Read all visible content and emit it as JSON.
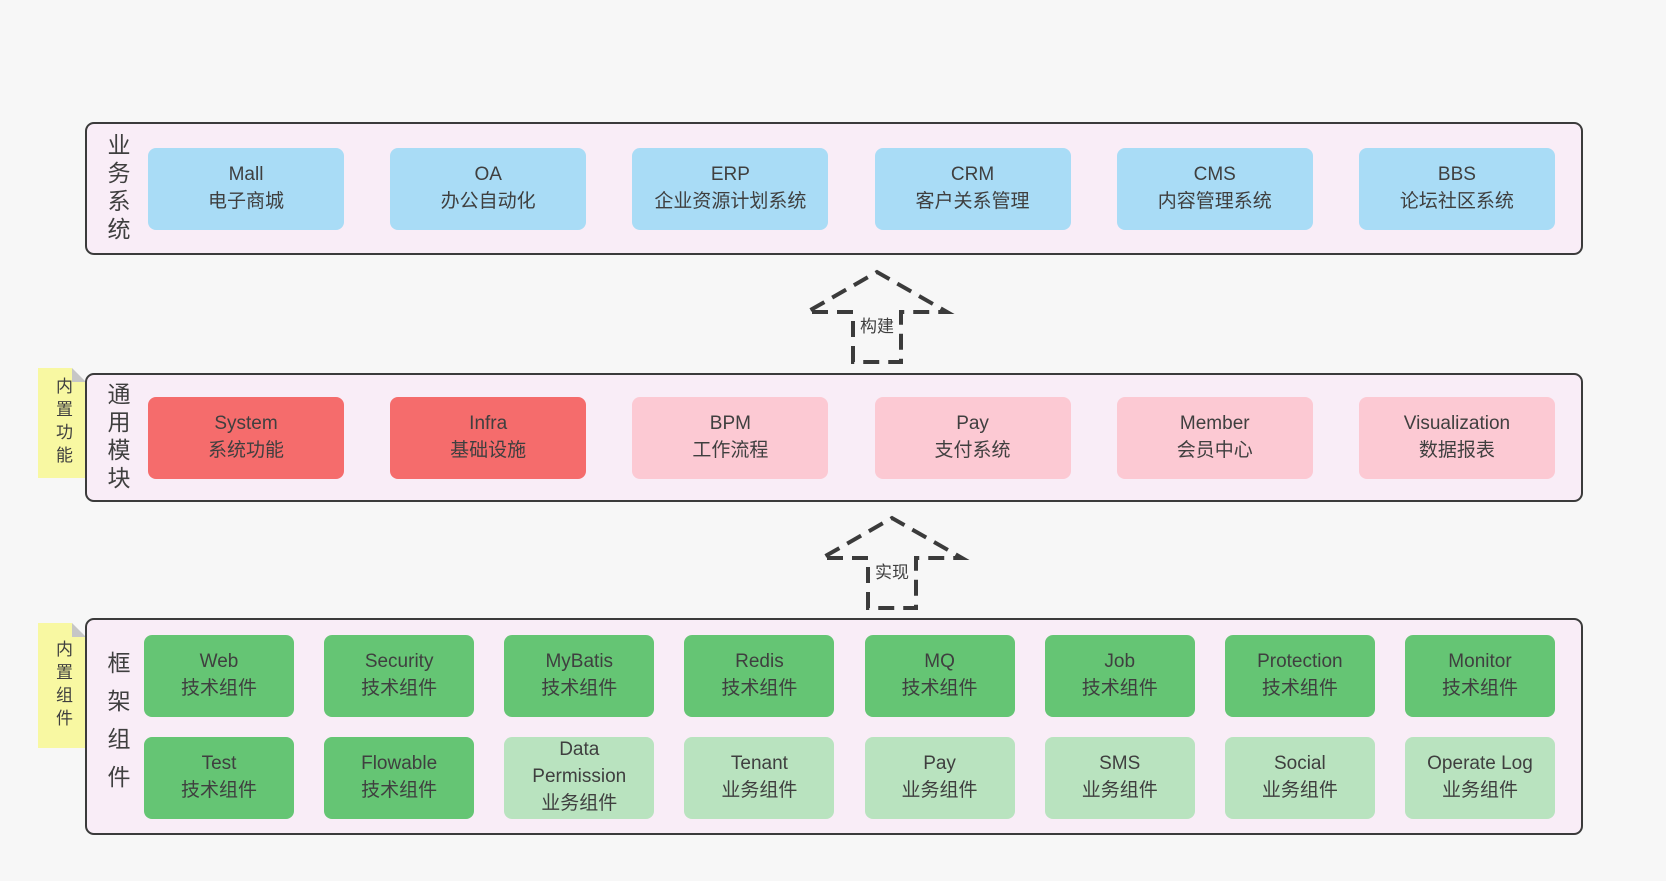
{
  "colors": {
    "page_bg": "#f7f7f7",
    "panel_bg": "#f9edf7",
    "line": "#3b3b3b",
    "text": "#3f3f3f",
    "blue": "#a9dcf6",
    "red": "#f56c6c",
    "pink": "#fcc9d3",
    "green": "#65c574",
    "light_green": "#b9e3bf",
    "note_yellow": "#f8f8a2",
    "note_fold": "#c6c6c6"
  },
  "arrows": [
    {
      "label": "构建"
    },
    {
      "label": "实现"
    }
  ],
  "layers": {
    "business": {
      "label": "业务系统",
      "boxes": [
        {
          "name": "Mall",
          "desc": "电子商城"
        },
        {
          "name": "OA",
          "desc": "办公自动化"
        },
        {
          "name": "ERP",
          "desc": "企业资源计划系统"
        },
        {
          "name": "CRM",
          "desc": "客户关系管理"
        },
        {
          "name": "CMS",
          "desc": "内容管理系统"
        },
        {
          "name": "BBS",
          "desc": "论坛社区系统"
        }
      ]
    },
    "modules": {
      "label": "通用模块",
      "tag": "内置功能",
      "boxes": [
        {
          "name": "System",
          "desc": "系统功能"
        },
        {
          "name": "Infra",
          "desc": "基础设施"
        },
        {
          "name": "BPM",
          "desc": "工作流程"
        },
        {
          "name": "Pay",
          "desc": "支付系统"
        },
        {
          "name": "Member",
          "desc": "会员中心"
        },
        {
          "name": "Visualization",
          "desc": "数据报表"
        }
      ]
    },
    "components": {
      "label": "框架组件",
      "tag": "内置组件",
      "row1": [
        {
          "name": "Web",
          "desc": "技术组件"
        },
        {
          "name": "Security",
          "desc": "技术组件"
        },
        {
          "name": "MyBatis",
          "desc": "技术组件"
        },
        {
          "name": "Redis",
          "desc": "技术组件"
        },
        {
          "name": "MQ",
          "desc": "技术组件"
        },
        {
          "name": "Job",
          "desc": "技术组件"
        },
        {
          "name": "Protection",
          "desc": "技术组件"
        },
        {
          "name": "Monitor",
          "desc": "技术组件"
        }
      ],
      "row2": [
        {
          "name": "Test",
          "desc": "技术组件"
        },
        {
          "name": "Flowable",
          "desc": "技术组件"
        },
        {
          "name": "Data Permission",
          "desc": "业务组件"
        },
        {
          "name": "Tenant",
          "desc": "业务组件"
        },
        {
          "name": "Pay",
          "desc": "业务组件"
        },
        {
          "name": "SMS",
          "desc": "业务组件"
        },
        {
          "name": "Social",
          "desc": "业务组件"
        },
        {
          "name": "Operate Log",
          "desc": "业务组件"
        }
      ]
    }
  }
}
